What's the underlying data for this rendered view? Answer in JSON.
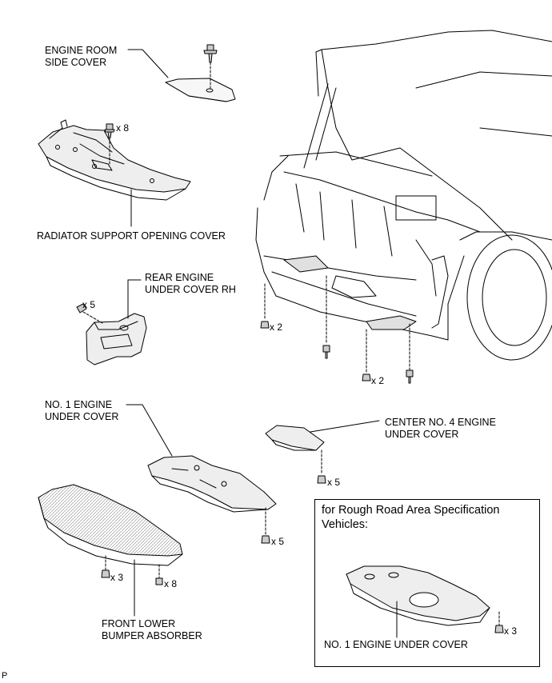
{
  "labels": {
    "engine_room_side_cover": [
      "ENGINE ROOM",
      "SIDE COVER"
    ],
    "radiator_support_opening_cover": "RADIATOR SUPPORT OPENING COVER",
    "rear_engine_under_cover_rh": [
      "REAR ENGINE",
      "UNDER COVER RH"
    ],
    "no1_engine_under_cover": [
      "NO. 1 ENGINE",
      "UNDER COVER"
    ],
    "center_no4_engine_under_cover": [
      "CENTER NO. 4 ENGINE",
      "UNDER COVER"
    ],
    "front_lower_bumper_absorber": [
      "FRONT LOWER",
      "BUMPER ABSORBER"
    ]
  },
  "quantities": {
    "radiator_bolts": "x 8",
    "rear_rh_clips": "x 5",
    "car_left_clips": "x 2",
    "car_bottom_clips": "x 2",
    "center_clips": "x 5",
    "no1_clips": "x 5",
    "bumper_clips": "x 3",
    "bumper_bolts": "x 8",
    "inset_clips": "x 3"
  },
  "inset": {
    "title": "for Rough Road Area Specification Vehicles:",
    "part_label": "NO. 1 ENGINE UNDER COVER"
  },
  "corner_mark": "P"
}
